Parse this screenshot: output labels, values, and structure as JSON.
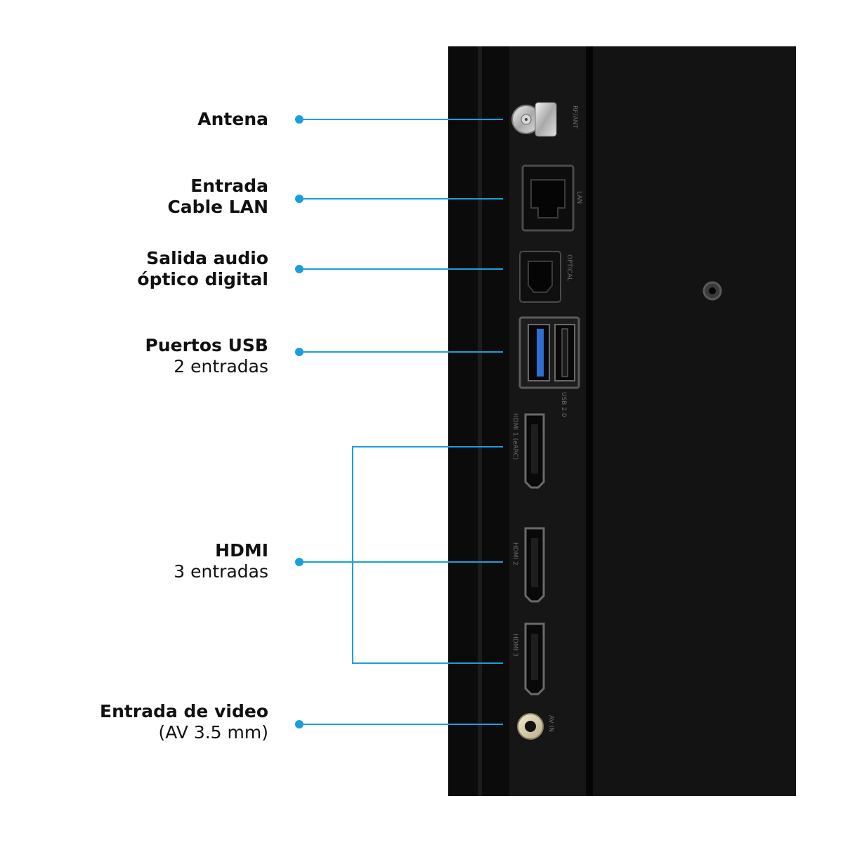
{
  "labels": {
    "antena": {
      "line1": "Antena"
    },
    "lan": {
      "line1": "Entrada",
      "line2": "Cable LAN"
    },
    "optical": {
      "line1": "Salida audio",
      "line2": "óptico digital"
    },
    "usb": {
      "line1": "Puertos USB",
      "line2": "2 entradas"
    },
    "hdmi": {
      "line1": "HDMI",
      "line2": "3 entradas"
    },
    "av": {
      "line1": "Entrada de video",
      "line2": "(AV 3.5 mm)"
    }
  },
  "port_markings": {
    "antenna": "RF/ANT",
    "lan": "LAN",
    "optical": "OPTICAL",
    "usb": "USB 2.0",
    "hdmi1": "HDMI 1 (eARC)",
    "hdmi2": "HDMI 2",
    "hdmi3": "HDMI 3",
    "av": "AV IN"
  },
  "colors": {
    "leader": "#1a9fdc",
    "panel": "#111111",
    "text": "#111111"
  }
}
